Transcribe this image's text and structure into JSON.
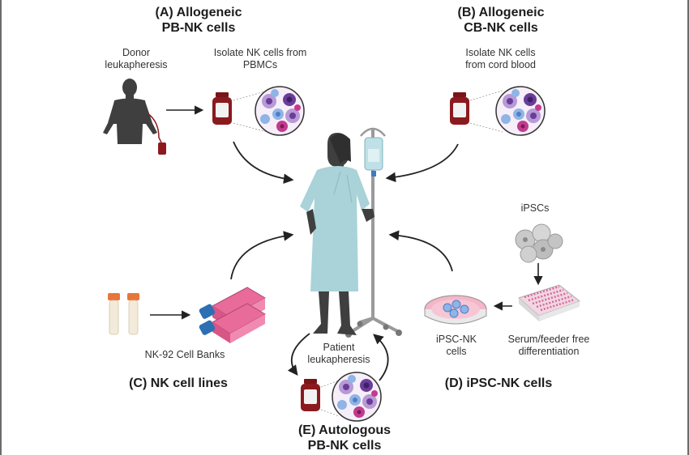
{
  "sections": {
    "a": {
      "title_line1": "(A) Allogeneic",
      "title_line2": "PB-NK cells",
      "step1_line1": "Donor",
      "step1_line2": "leukapheresis",
      "step2_line1": "Isolate NK cells from",
      "step2_line2": "PBMCs"
    },
    "b": {
      "title_line1": "(B) Allogeneic",
      "title_line2": "CB-NK cells",
      "step1_line1": "Isolate NK cells",
      "step1_line2": "from cord blood"
    },
    "c": {
      "title": "(C) NK cell lines",
      "step1": "NK-92 Cell Banks"
    },
    "d": {
      "title": "(D) iPSC-NK cells",
      "source": "iPSCs",
      "step1_line1": "Serum/feeder free",
      "step1_line2": "differentiation",
      "product_line1": "iPSC-NK",
      "product_line2": "cells"
    },
    "e": {
      "title_line1": "(E) Autologous",
      "title_line2": "PB-NK cells",
      "step1_line1": "Patient",
      "step1_line2": "leukapheresis"
    }
  },
  "colors": {
    "silhouette": "#3f3f3f",
    "gown": "#a9d2d9",
    "blood": "#8b1a1f",
    "bag_label": "#f2f2f2",
    "cell_purple": "#6a3d9a",
    "cell_light_purple": "#b79ad6",
    "cell_blue": "#8fb4e6",
    "cell_magenta": "#c23b8f",
    "flask_pink": "#e86b9a",
    "flask_cap": "#2d6fb3",
    "tube_cap": "#e8763a",
    "dish_pink": "#f4b6c8",
    "ipsc_gray": "#c9c9c9",
    "arrow": "#222222"
  },
  "icons": [
    "donor-silhouette-icon",
    "blood-bag-icon",
    "nk-cell-cluster-icon",
    "patient-silhouette-icon",
    "iv-pole-icon",
    "iv-bag-icon",
    "cell-culture-flask-icon",
    "cryo-tube-icon",
    "petri-dish-icon",
    "well-plate-icon",
    "ipsc-colony-icon"
  ]
}
